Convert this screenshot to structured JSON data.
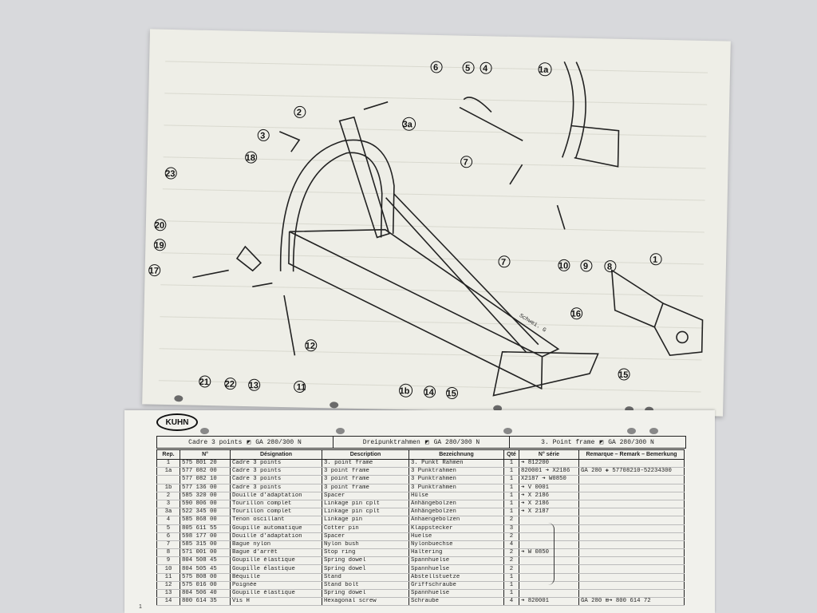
{
  "diagram": {
    "callouts": [
      "6",
      "5",
      "4",
      "1a",
      "2",
      "3",
      "3a",
      "18",
      "23",
      "7",
      "20",
      "19",
      "17",
      "7",
      "10",
      "9",
      "8",
      "1",
      "16",
      "12",
      "15",
      "21",
      "22",
      "13",
      "11",
      "1b",
      "14",
      "15"
    ],
    "frame_label": "Schwei. G"
  },
  "brand": {
    "logo": "KUHN"
  },
  "header": [
    {
      "title": "Cadre 3 points",
      "model": "GA 280/300 N"
    },
    {
      "title": "Dreipunktrahmen",
      "model": "GA 280/300 N"
    },
    {
      "title": "3. Point frame",
      "model": "GA 280/300 N"
    }
  ],
  "table": {
    "columns": [
      "Rep.",
      "N°",
      "Désignation",
      "Description",
      "Bezeichnung",
      "Qté",
      "N° série",
      "Remarque – Remark – Bemerkung"
    ],
    "rows": [
      {
        "rep": "1",
        "no": "575 801 20",
        "des": "Cadre 3 points",
        "desc": "3. point frame",
        "bez": "3. Punkt Rahmen",
        "qte": "1",
        "serie": "➜ 812200",
        "remark": ""
      },
      {
        "rep": "1a",
        "no": "577 082 00",
        "des": "Cadre 3 points",
        "desc": "3 point frame",
        "bez": "3 Punktrahmen",
        "qte": "1",
        "serie": "820001 ➜ X2186",
        "remark": "GA 280 ✚ 57708210-52234300"
      },
      {
        "rep": "",
        "no": "577 082 10",
        "des": "Cadre 3 points",
        "desc": "3 point frame",
        "bez": "3 Punktrahmen",
        "qte": "1",
        "serie": "X2187 ➜ W0850",
        "remark": ""
      },
      {
        "rep": "1b",
        "no": "577 136 00",
        "des": "Cadre 3 points",
        "desc": "3 point frame",
        "bez": "3 Punktrahmen",
        "qte": "1",
        "serie": "➜ V 0001",
        "remark": ""
      },
      {
        "rep": "2",
        "no": "585 320 00",
        "des": "Douille d'adaptation",
        "desc": "Spacer",
        "bez": "Hülse",
        "qte": "1",
        "serie": "➜ X 2186",
        "remark": ""
      },
      {
        "rep": "3",
        "no": "590 806 00",
        "des": "Tourillon complet",
        "desc": "Linkage pin cplt",
        "bez": "Anhängebolzen",
        "qte": "1",
        "serie": "➜ X 2186",
        "remark": ""
      },
      {
        "rep": "3a",
        "no": "522 345 00",
        "des": "Tourillon complet",
        "desc": "Linkage pin cplt",
        "bez": "Anhängebolzen",
        "qte": "1",
        "serie": "➜ X 2187",
        "remark": ""
      },
      {
        "rep": "4",
        "no": "585 868 00",
        "des": "Tenon oscillant",
        "desc": "Linkage pin",
        "bez": "Anhaengebolzen",
        "qte": "2",
        "serie": "",
        "remark": ""
      },
      {
        "rep": "5",
        "no": "805 611 55",
        "des": "Goupille automatique",
        "desc": "Cotter pin",
        "bez": "Klappstecker",
        "qte": "3",
        "serie": "",
        "remark": ""
      },
      {
        "rep": "6",
        "no": "598 177 00",
        "des": "Douille d'adaptation",
        "desc": "Spacer",
        "bez": "Huelse",
        "qte": "2",
        "serie": "",
        "remark": ""
      },
      {
        "rep": "7",
        "no": "585 315 00",
        "des": "Bague nylon",
        "desc": "Nylon bush",
        "bez": "Nylonbuechse",
        "qte": "4",
        "serie": "",
        "remark": ""
      },
      {
        "rep": "8",
        "no": "571 001 00",
        "des": "Bague d'arrêt",
        "desc": "Stop ring",
        "bez": "Haltering",
        "qte": "2",
        "serie": "➜ W 0850",
        "remark": ""
      },
      {
        "rep": "9",
        "no": "804 508 45",
        "des": "Goupille élastique",
        "desc": "Spring dowel",
        "bez": "Spannhuelse",
        "qte": "2",
        "serie": "",
        "remark": ""
      },
      {
        "rep": "10",
        "no": "804 505 45",
        "des": "Goupille élastique",
        "desc": "Spring dowel",
        "bez": "Spannhuelse",
        "qte": "2",
        "serie": "",
        "remark": ""
      },
      {
        "rep": "11",
        "no": "575 808 00",
        "des": "Béquille",
        "desc": "Stand",
        "bez": "Abstellstuetze",
        "qte": "1",
        "serie": "",
        "remark": ""
      },
      {
        "rep": "12",
        "no": "575 016 00",
        "des": "Poignée",
        "desc": "Stand bolt",
        "bez": "Griffschraube",
        "qte": "1",
        "serie": "",
        "remark": ""
      },
      {
        "rep": "13",
        "no": "804 506 40",
        "des": "Goupille élastique",
        "desc": "Spring dowel",
        "bez": "Spannhuelse",
        "qte": "1",
        "serie": "",
        "remark": ""
      },
      {
        "rep": "14",
        "no": "800 614 35",
        "des": "Vis H",
        "desc": "Hexagonal screw",
        "bez": "Schraube",
        "qte": "4",
        "serie": "➜ 820001",
        "remark": "GA 280   ⊞➜ 800 614 72"
      }
    ]
  },
  "margin_note": "1"
}
